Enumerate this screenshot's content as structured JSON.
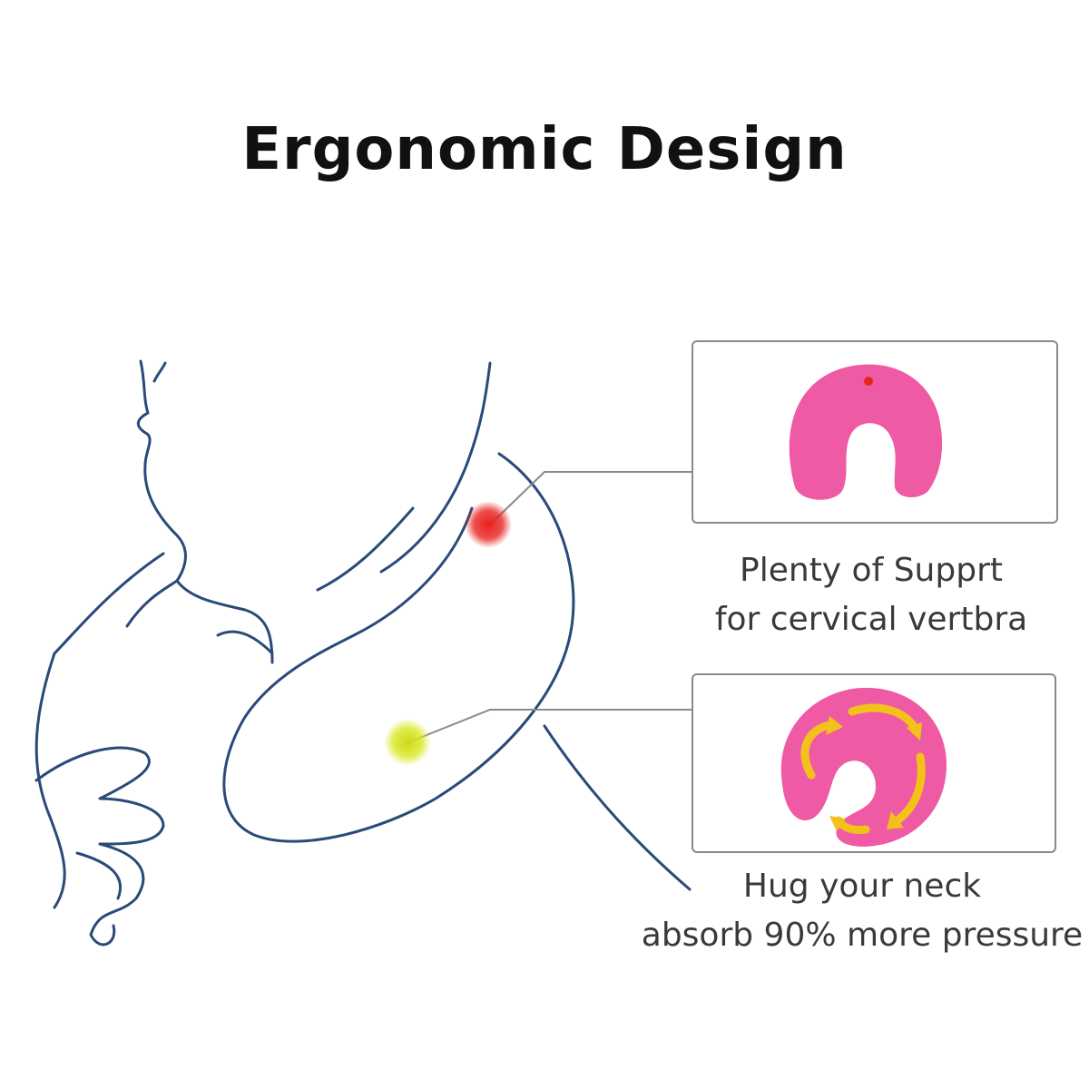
{
  "title": "Ergonomic Design",
  "callouts": [
    {
      "marker_color": "#e8231f",
      "line1": "Plenty of Supprt",
      "line2": "for cervical vertbra",
      "image_icon": "pink-u-pillow-icon"
    },
    {
      "marker_color": "#d9e81f",
      "line1": "Hug your neck",
      "line2": "absorb 90% more pressure",
      "image_icon": "pink-u-pillow-with-arrows-icon"
    }
  ],
  "colors": {
    "outline": "#2a4a7a",
    "pillow": "#ef5aa5",
    "arrow": "#f2c21a",
    "connector": "#8a8a8a"
  }
}
